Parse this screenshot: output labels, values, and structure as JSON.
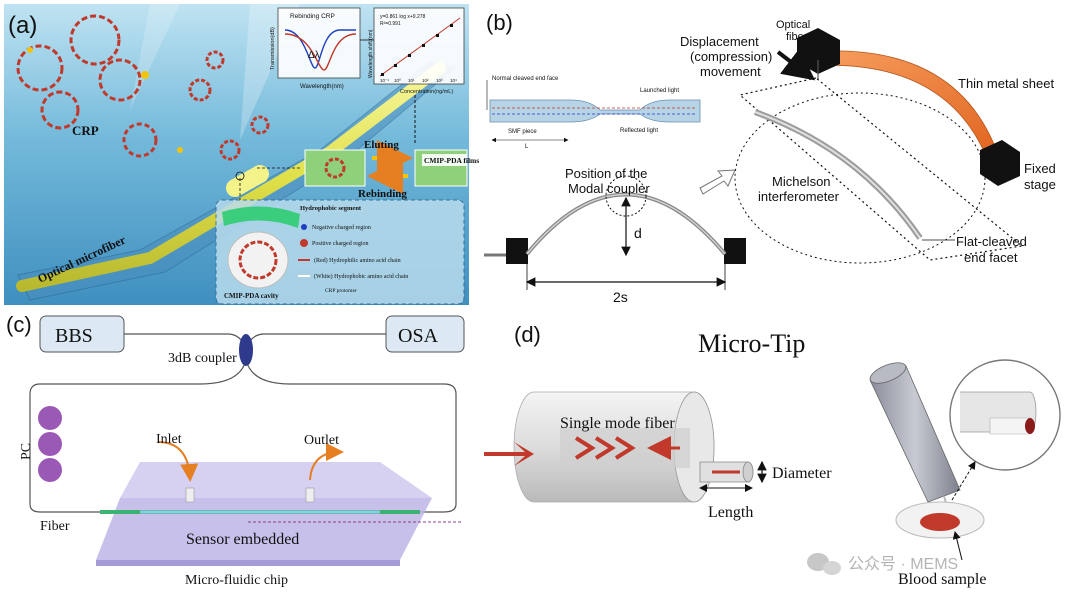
{
  "panel_a": {
    "label": "(a)",
    "crp": "CRP",
    "fiber": "Optical microfiber",
    "rebinding_crp": "Rebinding CRP",
    "delta_lambda": "Δλ",
    "inset_y": "Transmission(dB)",
    "inset_x": "Wavelength(nm)",
    "eluting": "Eluting",
    "rebinding": "Rebinding",
    "film": "CMIP-PDA films",
    "plot_eq": "y=0.861 log x+9.278",
    "plot_r2": "R²=0.991",
    "plot_y": "Wavelength shift (nm)",
    "plot_x": "Concentration(ng/mL)",
    "plot_ticks": [
      "10⁻¹",
      "10⁰",
      "10¹",
      "10²",
      "10³",
      "10⁴"
    ],
    "hydrophobic_segment": "Hydrophobic segment",
    "legend": [
      "Negative charged region",
      "Positive charged region",
      "(Red) Hydrophilic amino acid chain",
      "(White) Hydrophobic amino acid chain"
    ],
    "cavity": "CMIP-PDA cavity",
    "protomer": "CRP protomer",
    "colors": {
      "water": "#6fb6d8",
      "fiber": "#e8e85a",
      "crp": "#c0392b"
    }
  },
  "panel_b": {
    "label": "(b)",
    "normal_end": "Normal cleaved end face",
    "smf_piece": "SMF piece",
    "launched": "Launched light",
    "reflected": "Reflected light",
    "l": "L",
    "modal_coupler": [
      "Position of the",
      "Modal coupler"
    ],
    "d": "d",
    "two_s": "2s",
    "displacement": [
      "Displacement",
      "(compression)",
      "movement"
    ],
    "optical_fiber": [
      "Optical",
      "fiber"
    ],
    "thin_metal": "Thin metal sheet",
    "fixed_stage": [
      "Fixed",
      "stage"
    ],
    "michelson": [
      "Michelson",
      "interferometer"
    ],
    "flat_cleaved": [
      "Flat-cleaved",
      "end facet"
    ],
    "colors": {
      "sheet": "#f07a33"
    }
  },
  "panel_c": {
    "label": "(c)",
    "bbs": "BBS",
    "osa": "OSA",
    "coupler": "3dB coupler",
    "pc": "PC",
    "inlet": "Inlet",
    "outlet": "Outlet",
    "fiber": "Fiber",
    "sensor": "Sensor embedded",
    "chip": "Micro-fluidic chip",
    "colors": {
      "box": "#dce9f5",
      "chip": "#c9c3ec",
      "pc": "#9b59b6",
      "fiber": "#3cb371"
    }
  },
  "panel_d": {
    "label": "(d)",
    "title": "Micro-Tip",
    "smf": "Single mode fiber",
    "diameter": "Diameter",
    "length": "Length",
    "blood": "Blood sample",
    "colors": {
      "arrow": "#c0392b"
    }
  },
  "watermark": "公众号 · MEMS"
}
